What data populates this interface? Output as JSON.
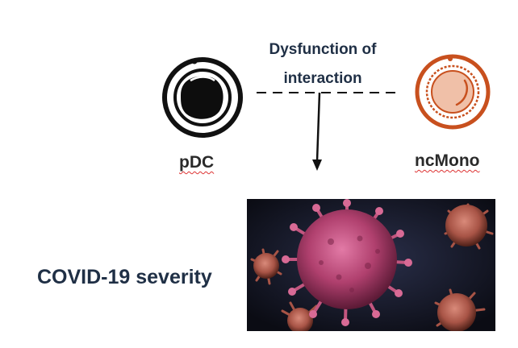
{
  "diagram": {
    "interaction_label_line1": "Dysfunction of",
    "interaction_label_line2": "interaction",
    "node_pdc": "pDC",
    "node_ncmono": "ncMono",
    "outcome_label": "COVID-19 severity"
  },
  "icons": {
    "pdc": "pdc-cell-icon",
    "ncmono": "ncmono-cell-icon",
    "virus_image": "coronavirus-image"
  },
  "colors": {
    "text_dark": "#1f2f45",
    "pdc_stroke": "#111111",
    "ncmono_stroke": "#c8501e",
    "ncmono_fill": "#f0c0a8",
    "virus_body": "#b0406e",
    "virus_bg": "#141420"
  }
}
